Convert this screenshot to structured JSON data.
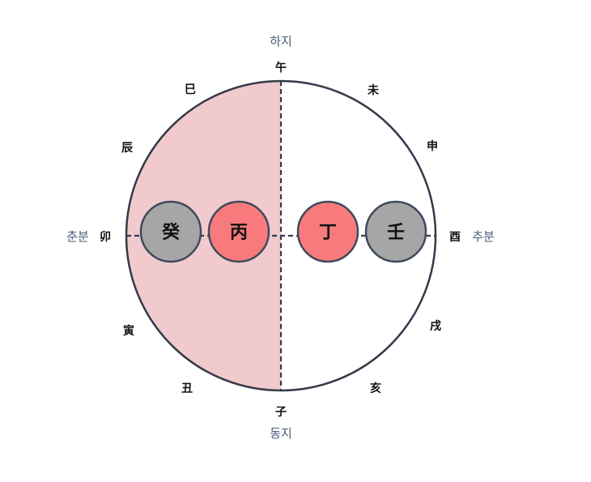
{
  "diagram": {
    "seasons": {
      "summer_solstice": "하지",
      "winter_solstice": "동지",
      "spring_equinox": "춘분",
      "autumn_equinox": "추분"
    },
    "branches": {
      "wu": "午",
      "wei": "未",
      "shen": "申",
      "you": "酉",
      "xu": "戌",
      "hai": "亥",
      "zi": "子",
      "chou": "丑",
      "yin": "寅",
      "mao": "卯",
      "chen": "辰",
      "si": "巳"
    },
    "stems": {
      "gui": "癸",
      "bing": "丙",
      "ding": "丁",
      "ren": "壬"
    },
    "colors": {
      "left_half_fill": "#f0cacc",
      "fire_stem": "#f97a7c",
      "water_stem": "#a6a6a6",
      "circle_stroke": "#35394a",
      "season_text": "#4a5a78"
    }
  }
}
